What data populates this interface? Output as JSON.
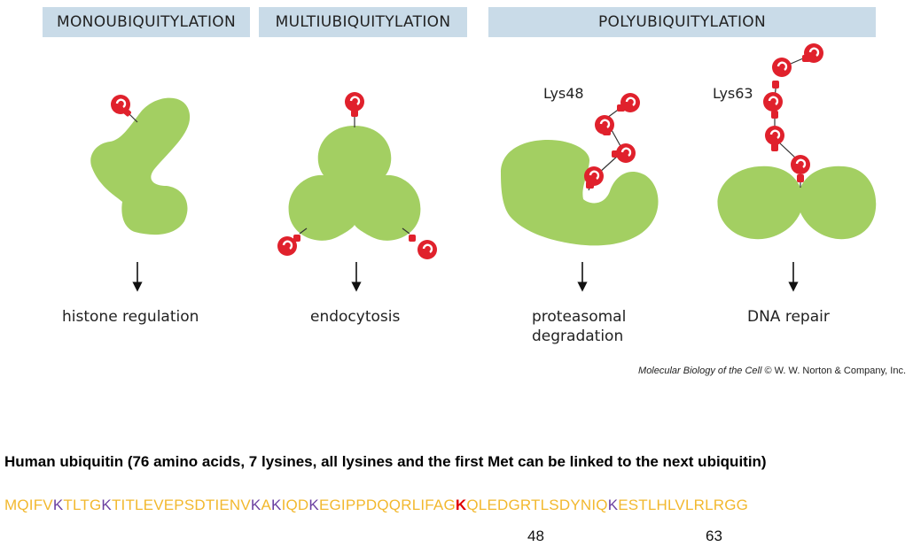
{
  "headers": {
    "mono": "MONOUBIQUITYLATION",
    "multi": "MULTIUBIQUITYLATION",
    "poly": "POLYUBIQUITYLATION"
  },
  "captions": {
    "histone": "histone regulation",
    "endocytosis": "endocytosis",
    "proteasomal_line1": "proteasomal",
    "proteasomal_line2": "degradation",
    "dna_repair": "DNA repair"
  },
  "chain_labels": {
    "lys48": "Lys48",
    "lys63": "Lys63"
  },
  "credit": {
    "book": "Molecular Biology of the Cell",
    "rest": " © W. W. Norton & Company, Inc."
  },
  "sequence_title": "Human ubiquitin (76 amino acids, 7 lysines, all lysines and the first Met can be linked to the next ubiquitin)",
  "sequence": {
    "s1": "MQIFV",
    "k6": "K",
    "s2": "TLTG",
    "k11": "K",
    "s3": "TITLEVEPSDTIENV",
    "k27": "K",
    "s4": "A",
    "k29": "K",
    "s5": "IQD",
    "k33": "K",
    "s6": "EGIPPDQQRLIFAG",
    "k48": "K",
    "s7": "QLEDGRTLSDYNIQ",
    "k63": "K",
    "s8": "ESTLHLVLRLRGG"
  },
  "positions": {
    "p48": "48",
    "p63": "63"
  },
  "colors": {
    "header_bg": "#c9dbe8",
    "protein": "#a3cf62",
    "ubiquitin": "#e0212c",
    "residue": "#f2b82e",
    "lysine": "#6b3fa0",
    "highlight": "#e10000"
  }
}
